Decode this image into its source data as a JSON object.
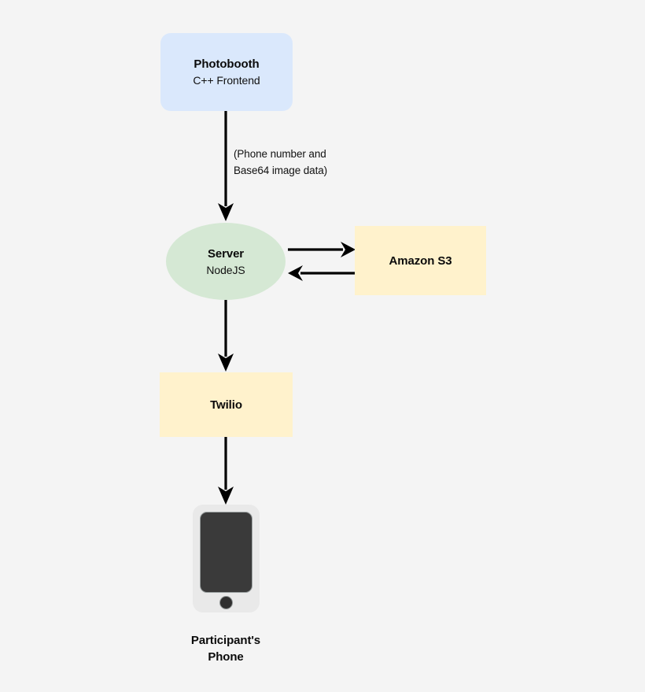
{
  "diagram": {
    "background_color": "#f4f4f4",
    "type": "architecture-flow-diagram",
    "nodes": [
      {
        "id": "photobooth",
        "title": "Photobooth",
        "subtitle": "C++ Frontend",
        "shape": "rounded-rectangle",
        "fill": "#dae8fc"
      },
      {
        "id": "server",
        "title": "Server",
        "subtitle": "NodeJS",
        "shape": "ellipse",
        "fill": "#d5e8d4"
      },
      {
        "id": "s3",
        "title": "Amazon S3",
        "subtitle": "",
        "shape": "rectangle",
        "fill": "#fff2cc"
      },
      {
        "id": "twilio",
        "title": "Twilio",
        "subtitle": "",
        "shape": "rectangle",
        "fill": "#fff2cc"
      },
      {
        "id": "phone",
        "title": "Participant's\nPhone",
        "shape": "phone-illustration",
        "fill": "#e9e9e9",
        "screen_color": "#3a3a3a"
      }
    ],
    "edges": [
      {
        "id": "photobooth-to-server",
        "from": "photobooth",
        "to": "server",
        "label": "(Phone number and\nBase64 image data)",
        "direction": "down",
        "color": "#000000"
      },
      {
        "id": "server-to-s3",
        "from": "server",
        "to": "s3",
        "label": "",
        "direction": "right",
        "color": "#000000"
      },
      {
        "id": "s3-to-server",
        "from": "s3",
        "to": "server",
        "label": "",
        "direction": "left",
        "color": "#000000"
      },
      {
        "id": "server-to-twilio",
        "from": "server",
        "to": "twilio",
        "label": "",
        "direction": "down",
        "color": "#000000"
      },
      {
        "id": "twilio-to-phone",
        "from": "twilio",
        "to": "phone",
        "label": "",
        "direction": "down",
        "color": "#000000"
      }
    ]
  }
}
